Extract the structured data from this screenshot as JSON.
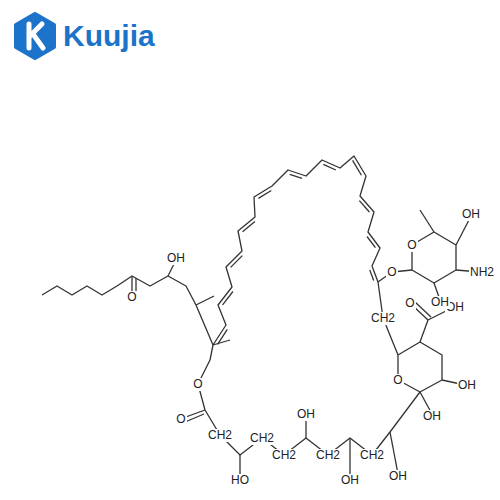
{
  "diagram": {
    "labels": [
      "Kuujia",
      "O",
      "OH",
      "O",
      "O",
      "CH2",
      "HO",
      "CH2",
      "CH2",
      "OH",
      "CH2",
      "OH",
      "CH2",
      "OH",
      "O",
      "OH",
      "OH",
      "O",
      "OH",
      "CH2",
      "O",
      "O",
      "OH",
      "NH2",
      "OH"
    ]
  }
}
